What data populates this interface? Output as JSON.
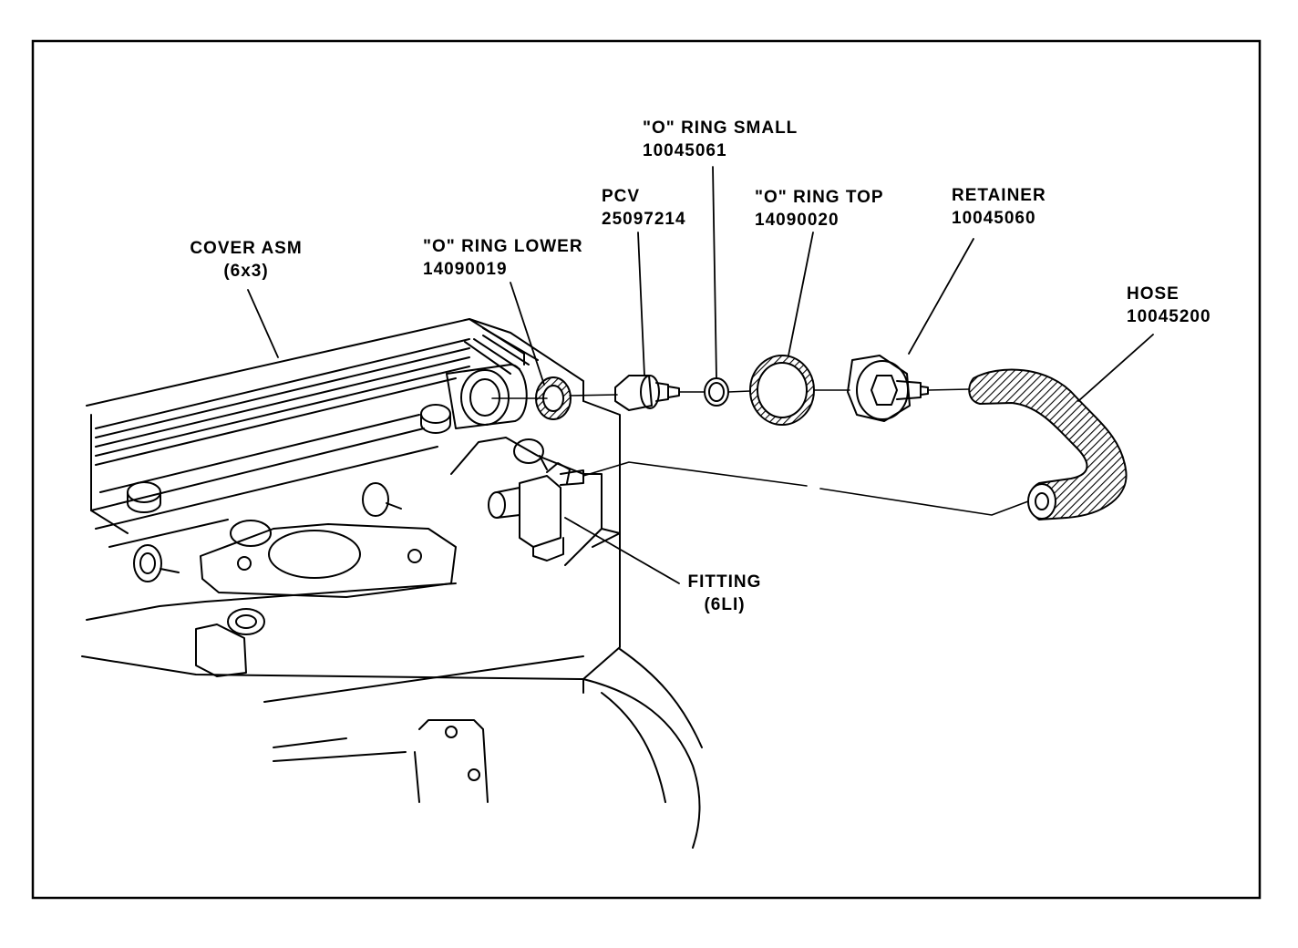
{
  "diagram": {
    "callouts": [
      {
        "id": "cover-asm",
        "name": "COVER ASM",
        "part": "(6x3)"
      },
      {
        "id": "o-ring-lower",
        "name": "\"O\" RING LOWER",
        "part": "14090019"
      },
      {
        "id": "pcv",
        "name": "PCV",
        "part": "25097214"
      },
      {
        "id": "o-ring-small",
        "name": "\"O\" RING SMALL",
        "part": "10045061"
      },
      {
        "id": "o-ring-top",
        "name": "\"O\" RING TOP",
        "part": "14090020"
      },
      {
        "id": "retainer",
        "name": "RETAINER",
        "part": "10045060"
      },
      {
        "id": "hose",
        "name": "HOSE",
        "part": "10045200"
      },
      {
        "id": "fitting",
        "name": "FITTING",
        "part": "(6LI)"
      }
    ]
  }
}
